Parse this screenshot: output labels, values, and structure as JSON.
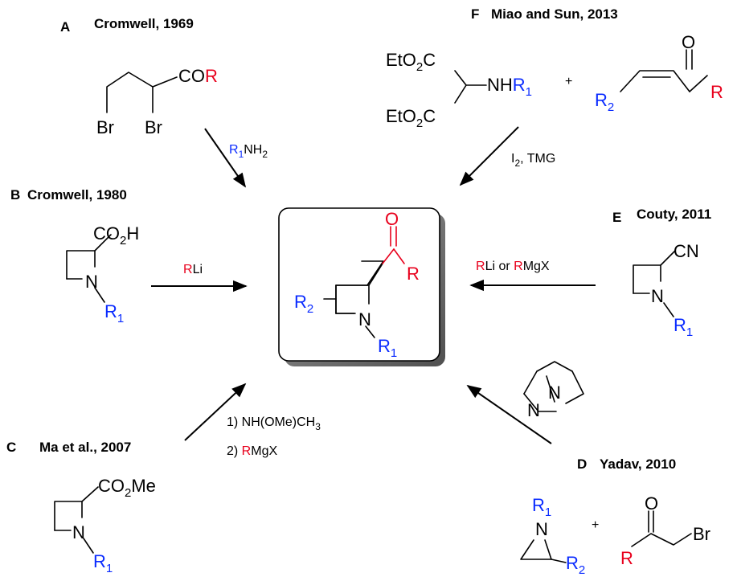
{
  "colors": {
    "red": "#e8001c",
    "blue": "#0a2bff",
    "black": "#000000"
  },
  "routes": {
    "A": {
      "letter": "A",
      "citation": "Cromwell, 1969",
      "reagent_prefix": "R",
      "reagent_sub": "1",
      "reagent_suffix": "NH",
      "reagent_suffix_sub": "2"
    },
    "B": {
      "letter": "B",
      "citation": "Cromwell, 1980",
      "reagent_r": "R",
      "reagent_rest": "Li"
    },
    "C": {
      "letter": "C",
      "citation": "Ma et al., 2007",
      "step1": "1) NH(OMe)CH",
      "step1_sub": "3",
      "step2_prefix": "2) ",
      "step2_r": "R",
      "step2_rest": "MgX"
    },
    "D": {
      "letter": "D",
      "citation": "Yadav, 2010"
    },
    "E": {
      "letter": "E",
      "citation": "Couty, 2011",
      "reagent_r1": "R",
      "reagent_mid": "Li or ",
      "reagent_r2": "R",
      "reagent_rest": "MgX"
    },
    "F": {
      "letter": "F",
      "citation": "Miao and Sun, 2013",
      "reagent_i": "I",
      "reagent_i_sub": "2",
      "reagent_rest": ", TMG"
    }
  },
  "atoms": {
    "R": "R",
    "R1_main": "R",
    "R1_sub": "1",
    "R2_main": "R",
    "R2_sub": "2",
    "N": "N",
    "O": "O",
    "C": "C",
    "Br": "Br",
    "CO": "CO",
    "CN": "CN",
    "CO2H_a": "CO",
    "CO2H_b": "2",
    "CO2H_c": "H",
    "CO2Me_a": "CO",
    "CO2Me_b": "2",
    "CO2Me_c": "Me",
    "EtO2C_a": "EtO",
    "EtO2C_b": "2",
    "EtO2C_c": "C",
    "NH": "NH",
    "plus": "+"
  }
}
